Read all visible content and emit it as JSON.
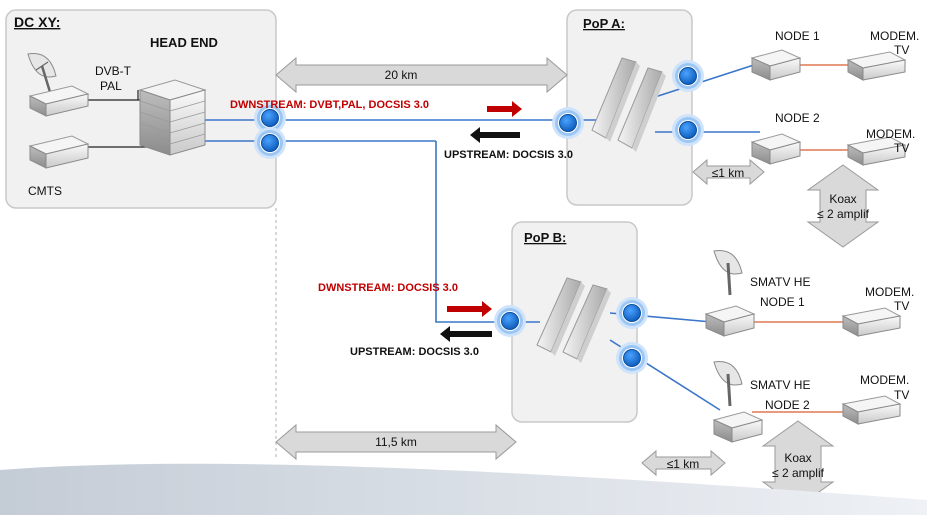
{
  "dc": {
    "title": "DC XY:",
    "headend": "HEAD END",
    "dvbt": "DVB-T",
    "pal": "PAL",
    "cmts": "CMTS"
  },
  "popA": {
    "title": "PoP A:"
  },
  "popB": {
    "title": "PoP B:"
  },
  "links": {
    "dist_a": "20 km",
    "dist_b": "11,5  km",
    "down_a": "DWNSTREAM: DVBT,PAL, DOCSIS 3.0",
    "up_a": "UPSTREAM: DOCSIS 3.0",
    "down_b": "DWNSTREAM: DOCSIS 3.0",
    "up_b": "UPSTREAM: DOCSIS 3.0"
  },
  "nodesA": {
    "node1": "NODE 1",
    "node2": "NODE 2",
    "modem1": "MODEM.",
    "tv1": "TV",
    "modem2": "MODEM.",
    "tv2": "TV",
    "dist": "≤1 km",
    "koax": "Koax",
    "amplif": "≤ 2 amplif"
  },
  "nodesB": {
    "smatv1": "SMATV HE",
    "node1": "NODE 1",
    "smatv2": "SMATV HE",
    "node2": "NODE 2",
    "modem1": "MODEM.",
    "tv1": "TV",
    "modem2": "MODEM.",
    "tv2": "TV",
    "dist": "≤1 km",
    "koax": "Koax",
    "amplif": "≤ 2 amplif"
  },
  "colors": {
    "fiber": "#3a76c9",
    "coax": "#e07a50",
    "downstream": "#c00000",
    "upstream": "#111111",
    "node_dot": "#1a6fd0",
    "box_fill": "#f0f0f0",
    "box_stroke": "#c8c8c8"
  }
}
